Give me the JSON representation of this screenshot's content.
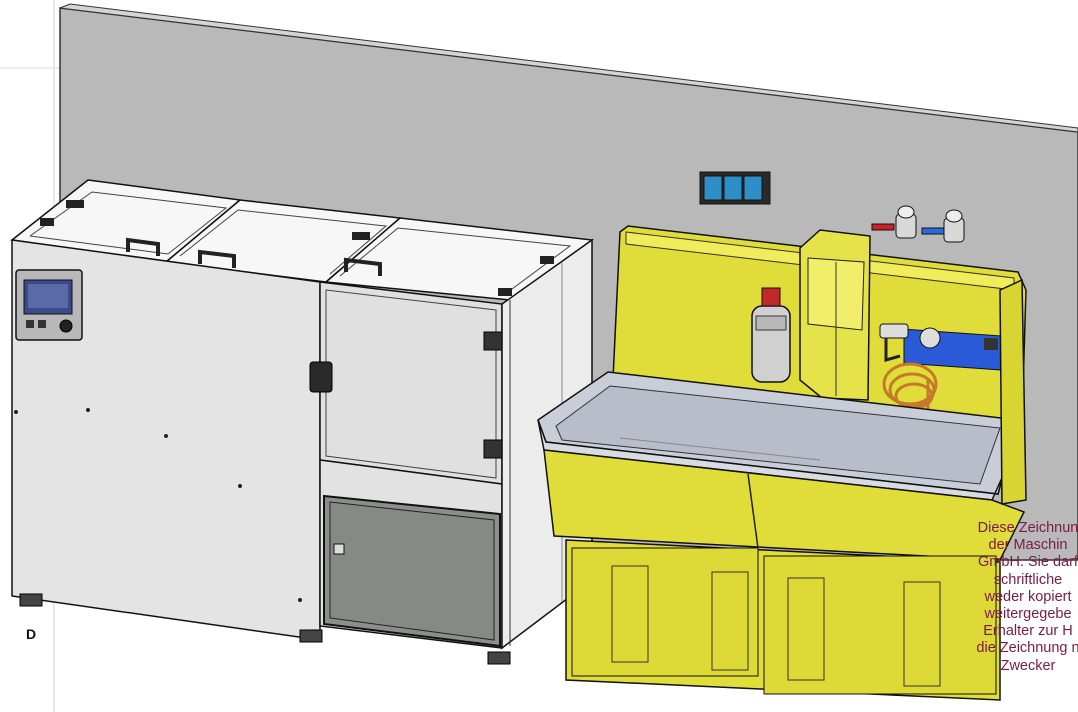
{
  "page_label": "D",
  "notice_lines": [
    "Diese Zeichnun",
    "der Maschin",
    "GmbH. Sie darf",
    "schriftliche",
    "weder kopiert",
    "weitergegebe",
    "Erhalter zur H",
    "die Zeichnung n",
    "Zwecker"
  ],
  "colors": {
    "wall": "#b8b8b8",
    "cabinet_panel": "#e4e4e4",
    "cabinet_lid": "#f7f7f7",
    "sink_body": "#e0dc3a",
    "sink_basin": "#c9cdd8",
    "display_screen": "#3a4a8a",
    "blue_panel": "#2a5ad8",
    "red_valve": "#cc1f2a",
    "blue_valve": "#2a6ad8",
    "copper_hose": "#c47a2a",
    "notice_text": "#7a1a4a"
  }
}
